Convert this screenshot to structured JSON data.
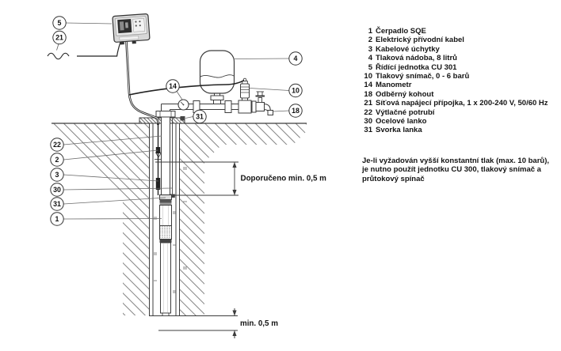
{
  "diagram": {
    "callouts": {
      "cu": "5",
      "mains": "21",
      "manometer": "14",
      "tank": "4",
      "sensor": "10",
      "tap": "18",
      "clamp_top": "31",
      "pipe": "22",
      "cable": "2",
      "clips": "3",
      "wire": "30",
      "clamp": "31",
      "pump": "1"
    },
    "labels": {
      "submergence": "Doporučeno min. 0,5 m",
      "bottom_clearance": "min. 0,5 m",
      "mains_symbol": "~"
    }
  },
  "legend": {
    "items": [
      {
        "num": "1",
        "label": "Čerpadlo SQE"
      },
      {
        "num": "2",
        "label": "Elektrický přívodní kabel"
      },
      {
        "num": "3",
        "label": "Kabelové úchytky"
      },
      {
        "num": "4",
        "label": "Tlaková nádoba, 8 litrů"
      },
      {
        "num": "5",
        "label": "Řídící jednotka CU 301"
      },
      {
        "num": "10",
        "label": "Tlakový snímač, 0 - 6 barů"
      },
      {
        "num": "14",
        "label": "Manometr"
      },
      {
        "num": "18",
        "label": "Odběrný kohout"
      },
      {
        "num": "21",
        "label": "Síťová napájecí přípojka, 1 x 200-240 V, 50/60 Hz"
      },
      {
        "num": "22",
        "label": "Výtlačné potrubí"
      },
      {
        "num": "30",
        "label": "Ocelové lanko"
      },
      {
        "num": "31",
        "label": "Svorka lanka"
      }
    ]
  },
  "note": {
    "lines": [
      "Je-li vyžadován vyšší konstantní tlak (max. 10 barů),",
      "je nutno použít jednotku CU 300, tlakový snímač a",
      "průtokový spínač"
    ]
  }
}
